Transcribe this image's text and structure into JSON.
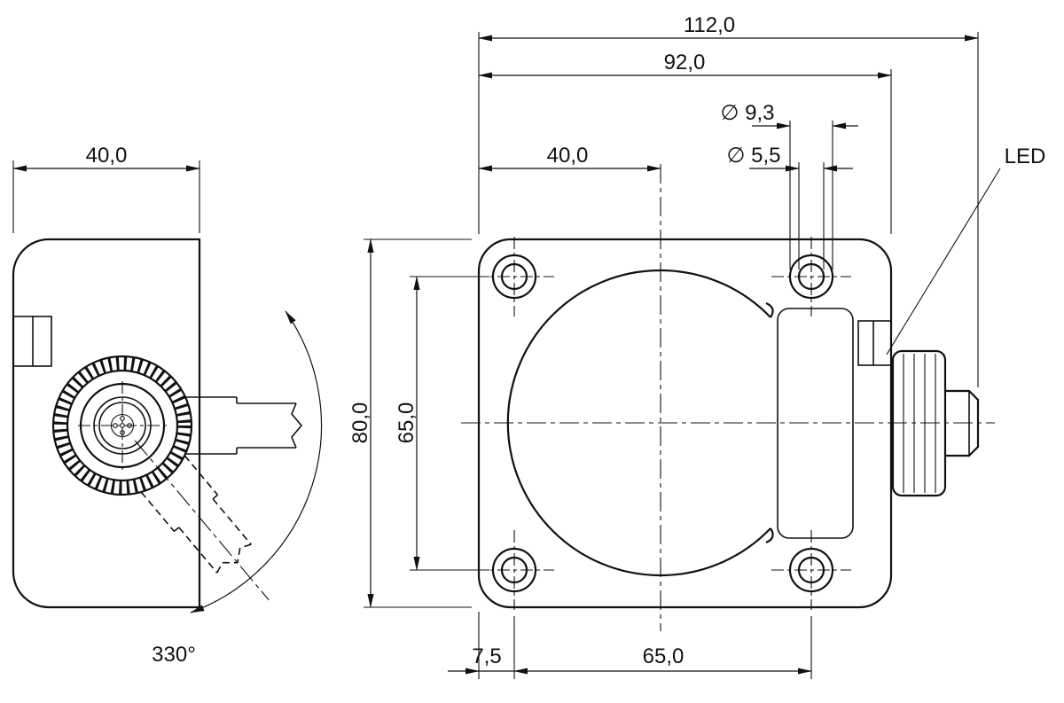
{
  "drawing_labels": {
    "led": "LED"
  },
  "dims": {
    "overall_width": "112,0",
    "body_width": "92,0",
    "hole_outer_dia": "∅ 9,3",
    "hole_inner_dia": "∅ 5,5",
    "hole_center_x": "40,0",
    "side_width": "40,0",
    "overall_height": "80,0",
    "hole_spacing_v": "65,0",
    "edge_to_hole": "7,5",
    "hole_spacing_h": "65,0",
    "rotation_angle": "330°"
  }
}
